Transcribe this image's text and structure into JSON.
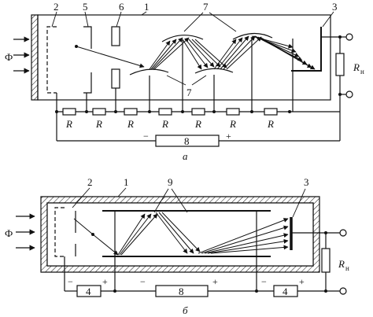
{
  "diagram_a": {
    "part_numbers": [
      "2",
      "5",
      "6",
      "1",
      "7",
      "3"
    ],
    "dynode_callout": "7",
    "flux_label": "Ф",
    "load_label": "R",
    "load_subscript": "н",
    "divider_label": "R",
    "supply_number": "8",
    "minus": "−",
    "plus": "+",
    "caption": "а"
  },
  "diagram_b": {
    "part_numbers": [
      "2",
      "1",
      "9",
      "3"
    ],
    "flux_label": "Ф",
    "load_label": "R",
    "load_subscript": "н",
    "left_supply_number": "4",
    "middle_supply_number": "8",
    "right_supply_number": "4",
    "minus": "−",
    "plus": "+",
    "caption": "б"
  }
}
